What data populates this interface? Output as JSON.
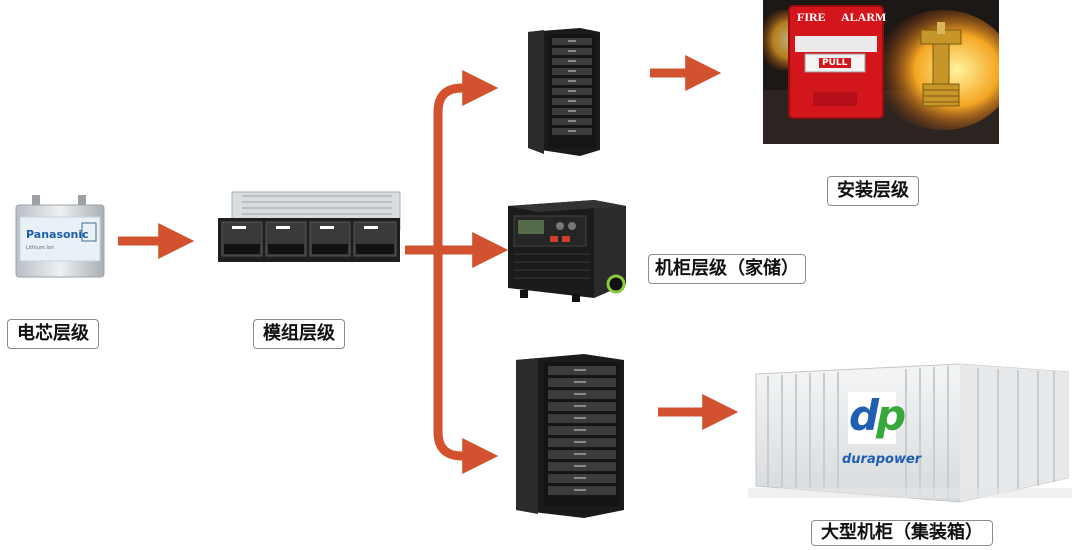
{
  "labels": {
    "cell": "电芯层级",
    "module": "模组层级",
    "install": "安装层级",
    "cabinet_home": "机柜层级（家储）",
    "container": "大型机柜（集装箱）"
  },
  "cell_image": {
    "brand": "Panasonic",
    "subtext": "Lithium Ion"
  },
  "fire_image": {
    "fire_text": "FIRE",
    "alarm_text": "ALARM",
    "pull_text": "PULL"
  },
  "container_image": {
    "logo_mark": "dp",
    "brand": "durapower"
  },
  "colors": {
    "arrow": "#d2522f",
    "label_border": "#8c8c8c",
    "logo_blue": "#1f5fb3",
    "logo_green": "#37a83a"
  }
}
